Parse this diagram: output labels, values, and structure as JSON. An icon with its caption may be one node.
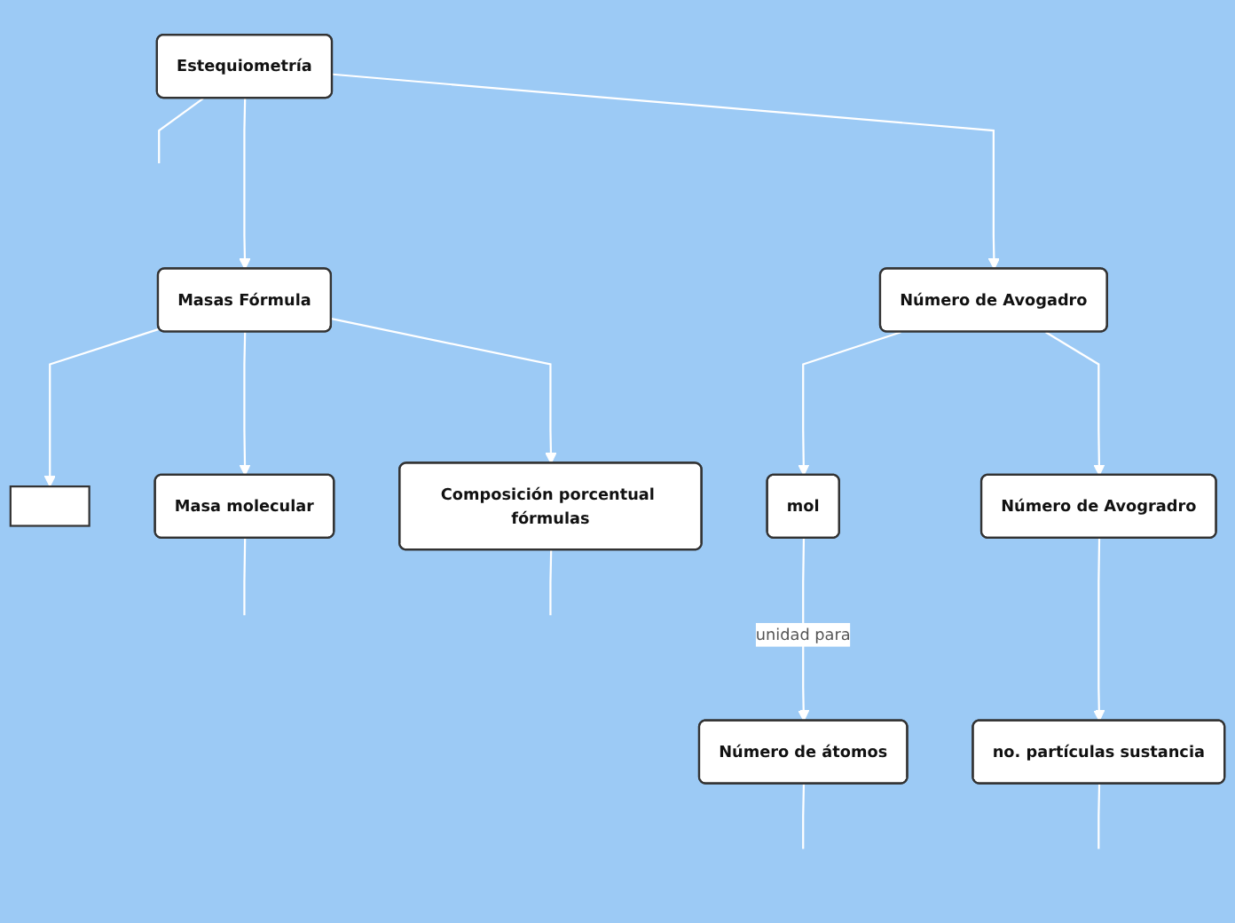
{
  "diagram": {
    "nodes": [
      {
        "text": [
          "Estequiometría"
        ]
      },
      {
        "text": [
          "Masas Fórmula"
        ]
      },
      {
        "text": [
          "Número de Avogadro"
        ]
      },
      {
        "text": [],
        "shape": "box"
      },
      {
        "text": [
          "Masa molecular"
        ]
      },
      {
        "text": [
          "Composición porcentual fórmulas"
        ]
      },
      {
        "text": [
          "mol"
        ]
      },
      {
        "text": [
          "Número de Avogradro"
        ]
      },
      {
        "text": [
          "Número de átomos"
        ]
      },
      {
        "text": [
          "no. partículas sustancia"
        ]
      }
    ],
    "edges": [
      {
        "from": 0,
        "to": null,
        "arrow": "none"
      },
      {
        "from": 0,
        "to": 1,
        "arrow": "to"
      },
      {
        "from": 0,
        "to": 2,
        "arrow": "to"
      },
      {
        "from": 1,
        "to": 3,
        "arrow": "to"
      },
      {
        "from": 1,
        "to": 4,
        "arrow": "to"
      },
      {
        "from": 1,
        "to": 5,
        "arrow": "to"
      },
      {
        "from": 2,
        "to": 6,
        "arrow": "to"
      },
      {
        "from": 2,
        "to": 7,
        "arrow": "to"
      },
      {
        "from": 6,
        "to": 8,
        "arrow": "to",
        "label": "unidad para"
      },
      {
        "from": 7,
        "to": 9,
        "arrow": "to"
      },
      {
        "from": 4,
        "to": null,
        "arrow": "none"
      },
      {
        "from": 5,
        "to": null,
        "arrow": "none"
      },
      {
        "from": 8,
        "to": null,
        "arrow": "none"
      },
      {
        "from": 9,
        "to": null,
        "arrow": "none"
      }
    ]
  }
}
